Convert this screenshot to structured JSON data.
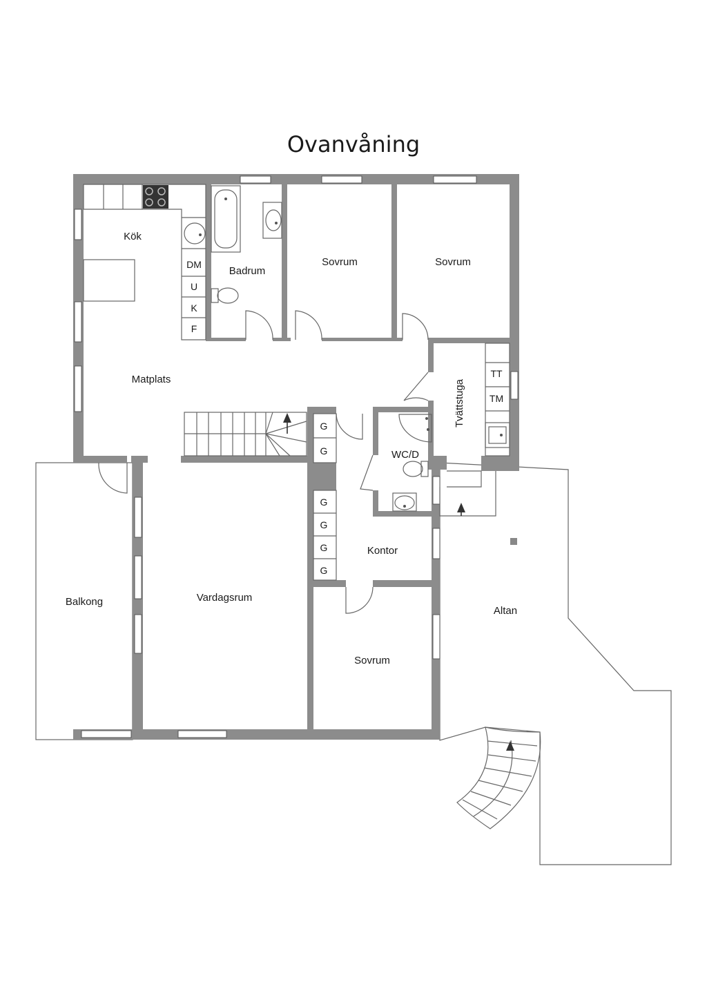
{
  "title": "Ovanvåning",
  "rooms": {
    "kok": "Kök",
    "badrum": "Badrum",
    "sovrum_1": "Sovrum",
    "sovrum_2": "Sovrum",
    "matplats": "Matplats",
    "tvattstuga": "Tvättstuga",
    "wcd": "WC/D",
    "kontor": "Kontor",
    "balkong": "Balkong",
    "vardagsrum": "Vardagsrum",
    "sovrum_3": "Sovrum",
    "altan": "Altan"
  },
  "appliances": {
    "dm": "DM",
    "u": "U",
    "k": "K",
    "f": "F",
    "tt": "TT",
    "tm": "TM"
  },
  "wardrobes": [
    "G",
    "G",
    "G",
    "G",
    "G",
    "G"
  ]
}
